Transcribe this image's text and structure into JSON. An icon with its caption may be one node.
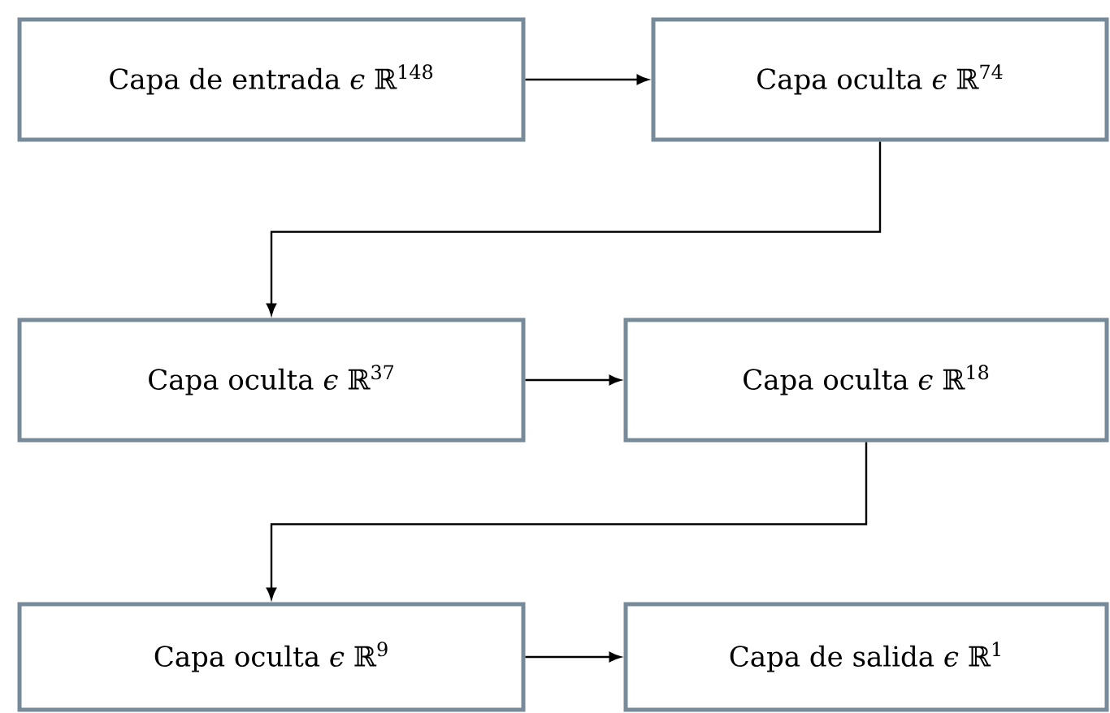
{
  "diagram": {
    "nodes": [
      {
        "text": [
          "Capa de entrada *ϵ* ℝ$^{148}$"
        ]
      },
      {
        "text": [
          "Capa oculta *ϵ* ℝ$^{74}$"
        ]
      },
      {
        "text": [
          "Capa oculta *ϵ* ℝ$^{37}$"
        ]
      },
      {
        "text": [
          "Capa oculta *ϵ* ℝ$^{18}$"
        ]
      },
      {
        "text": [
          "Capa oculta *ϵ* ℝ$^{9}$"
        ]
      },
      {
        "text": [
          "Capa de salida *ϵ* ℝ$^{1}$"
        ]
      }
    ],
    "edges": [
      {
        "from": 0,
        "to": 1,
        "arrow": "to"
      },
      {
        "from": 1,
        "to": 2,
        "arrow": "to"
      },
      {
        "from": 2,
        "to": 3,
        "arrow": "to"
      },
      {
        "from": 3,
        "to": 4,
        "arrow": "to"
      },
      {
        "from": 4,
        "to": 5,
        "arrow": "to"
      }
    ]
  }
}
